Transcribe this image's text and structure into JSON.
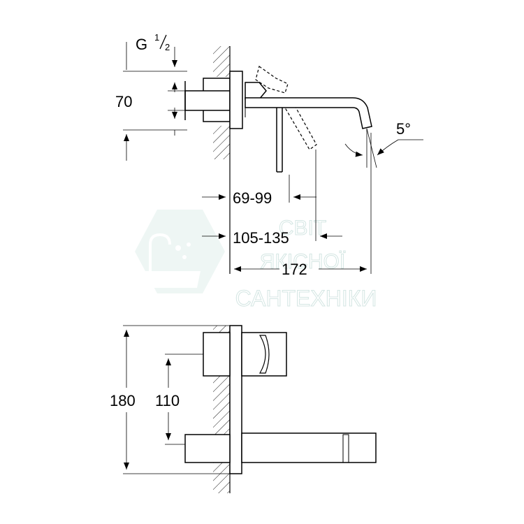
{
  "top_view": {
    "thread_label": "G",
    "thread_fraction_num": "1",
    "thread_fraction_den": "2",
    "height_label": "70",
    "angle_label": "5°",
    "depth_1_label": "69-99",
    "depth_2_label": "105-135",
    "spout_length_label": "172"
  },
  "front_view": {
    "total_height_label": "180",
    "outlet_height_label": "110"
  },
  "watermark": {
    "line1": "СВІТ",
    "line2": "ЯКІСНОЇ",
    "line3": "САНТЕХНІКИ",
    "color": "#9fc9c2"
  }
}
